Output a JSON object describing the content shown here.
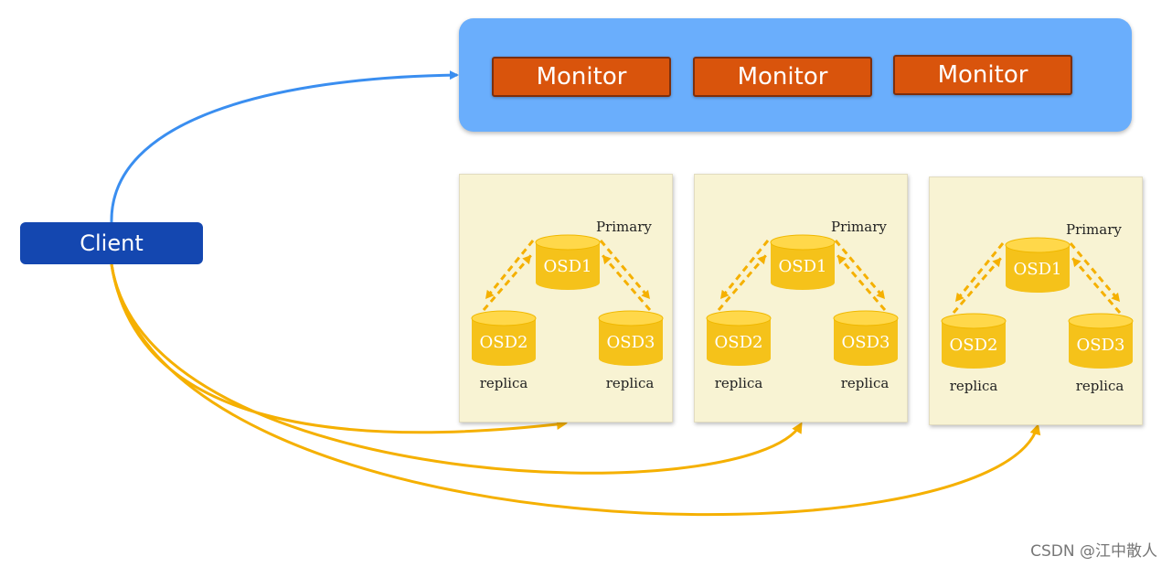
{
  "client": {
    "label": "Client"
  },
  "monitors": [
    {
      "label": "Monitor"
    },
    {
      "label": "Monitor"
    },
    {
      "label": "Monitor"
    }
  ],
  "osd_groups": [
    {
      "primary_label": "Primary",
      "osd1": "OSD1",
      "osd2": "OSD2",
      "osd3": "OSD3",
      "replica_left": "replica",
      "replica_right": "replica"
    },
    {
      "primary_label": "Primary",
      "osd1": "OSD1",
      "osd2": "OSD2",
      "osd3": "OSD3",
      "replica_left": "replica",
      "replica_right": "replica"
    },
    {
      "primary_label": "Primary",
      "osd1": "OSD1",
      "osd2": "OSD2",
      "osd3": "OSD3",
      "replica_left": "replica",
      "replica_right": "replica"
    }
  ],
  "watermark": "CSDN @江中散人",
  "colors": {
    "monitor_cluster_bg": "#6aaefc",
    "monitor_box": "#d9540c",
    "client_box": "#1447b0",
    "osd_panel_bg": "#f8f3d3",
    "osd_cylinder": "#f5c21a",
    "osd_cylinder_top": "#ffd84a",
    "yellow_arrow": "#f5b000",
    "blue_arrow": "#3a8ef0"
  }
}
